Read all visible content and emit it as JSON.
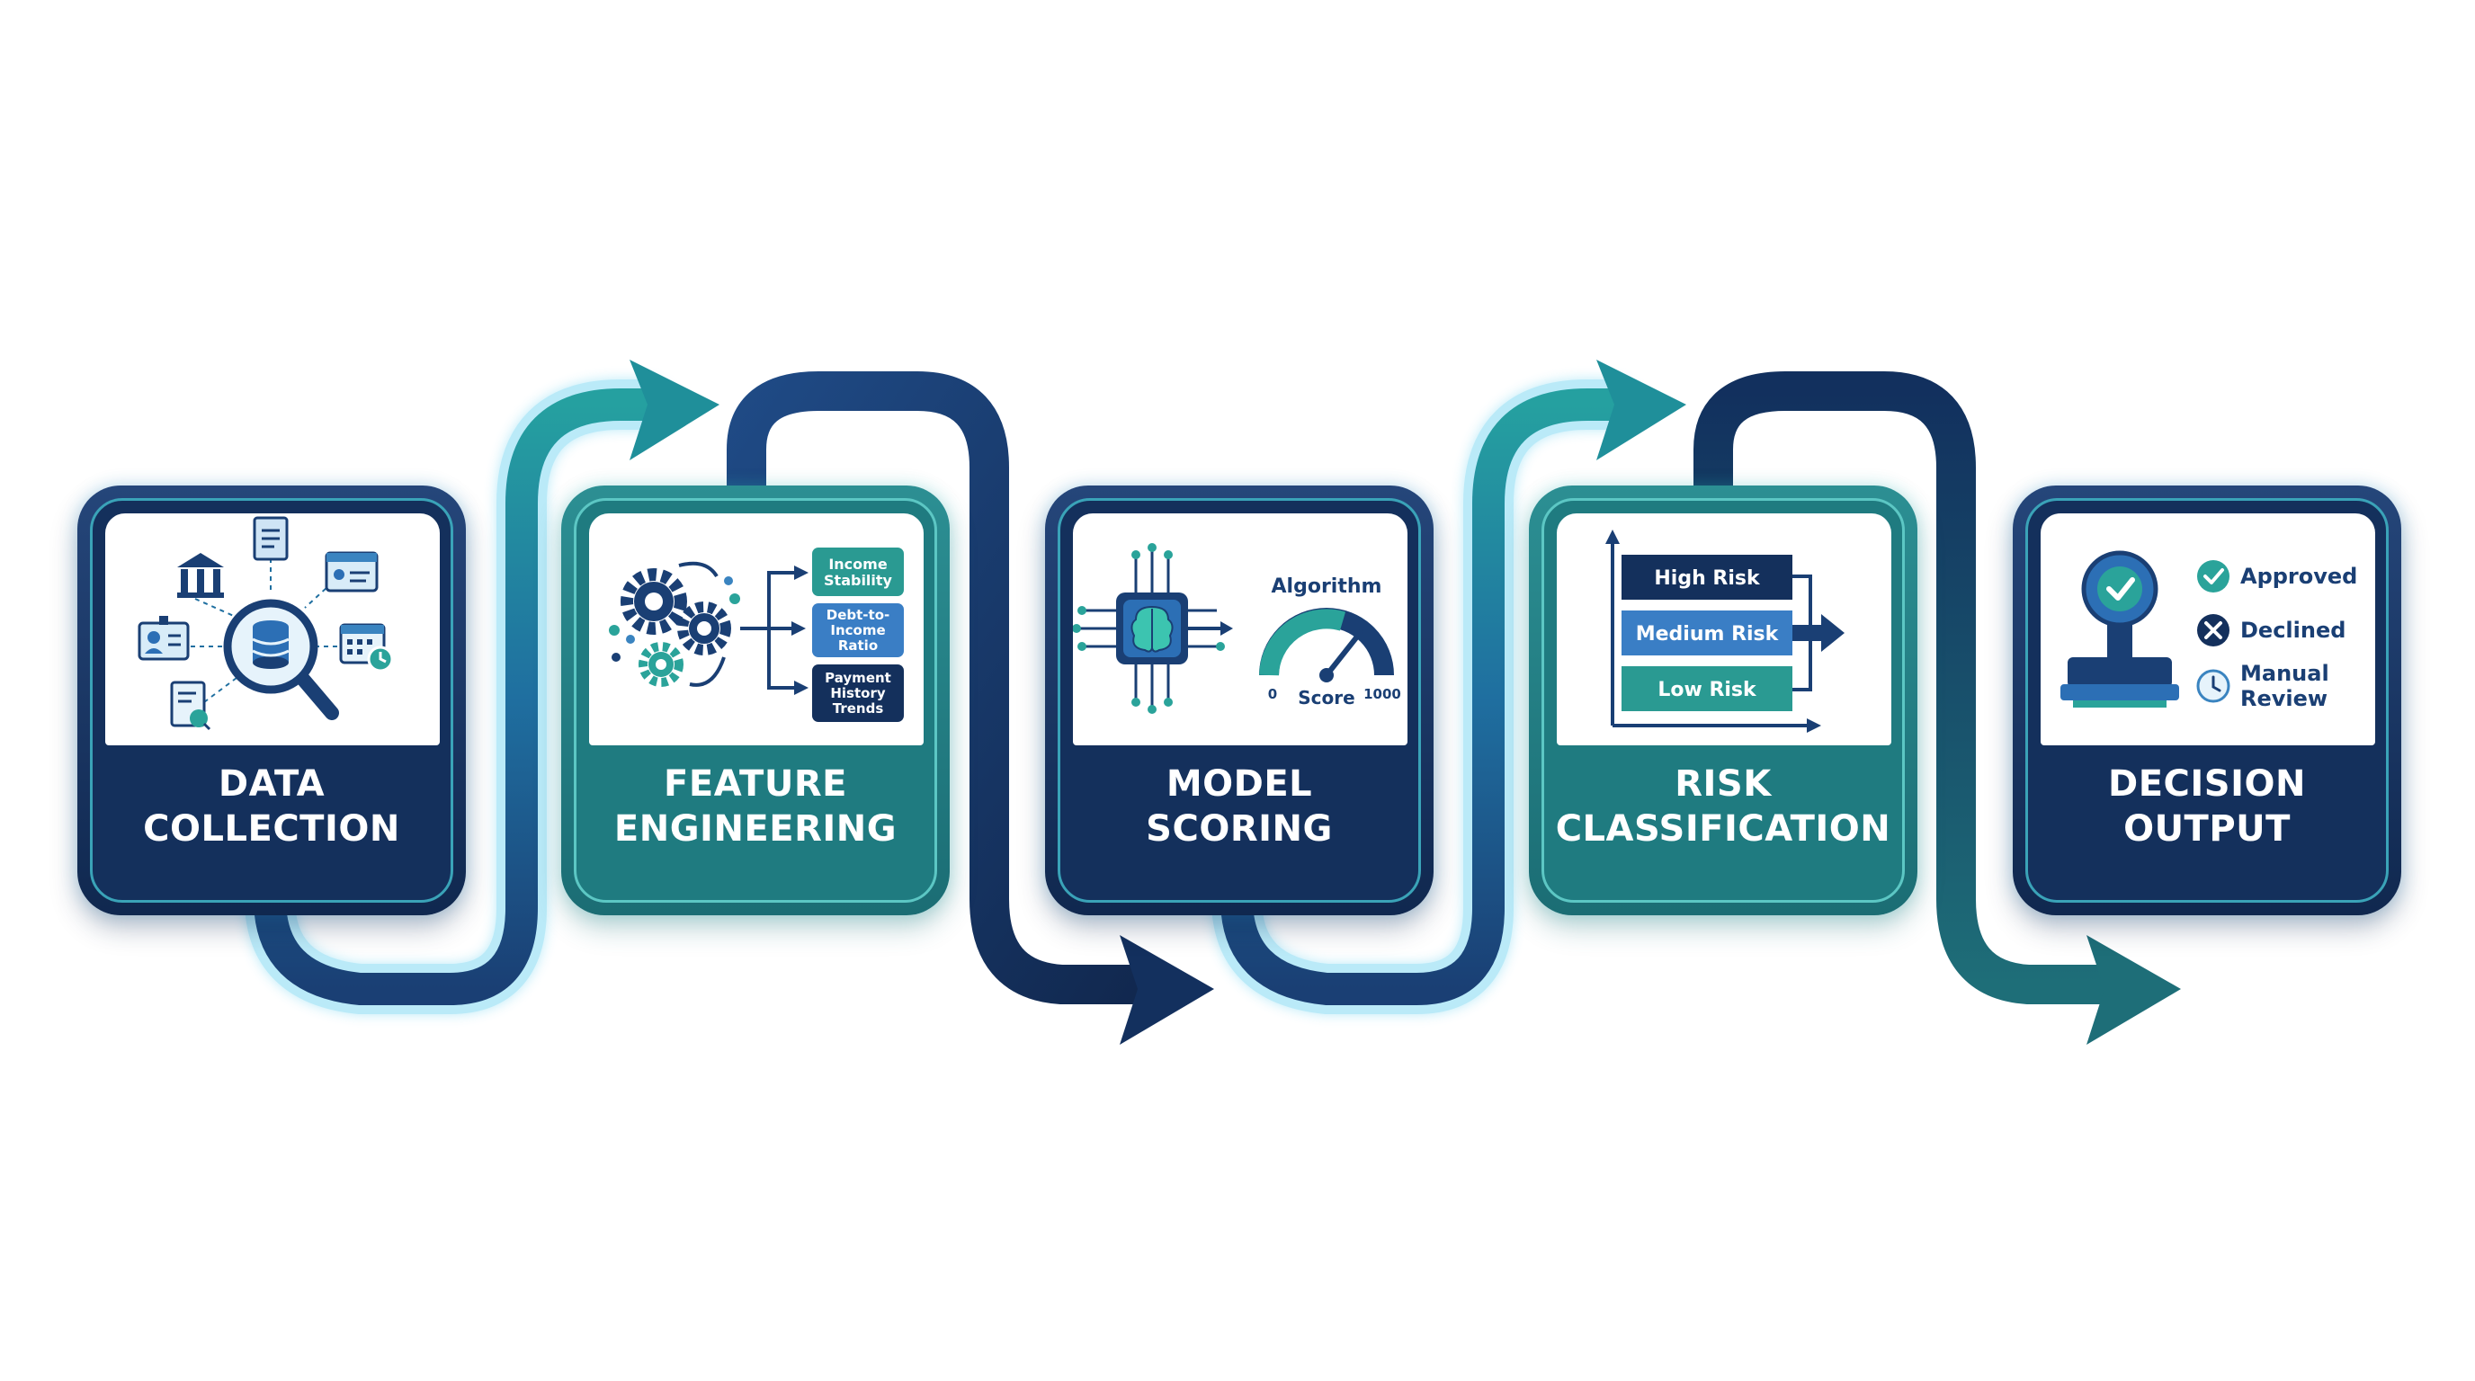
{
  "colors": {
    "navy": "#14305c",
    "teal": "#1f7b80",
    "cyan_glow": "#2bb0e0",
    "blue_mid": "#2c6fb5"
  },
  "stages": [
    {
      "title_line1": "DATA",
      "title_line2": "COLLECTION",
      "icons": [
        "bank-icon",
        "document-icon",
        "browser-icon",
        "id-card-icon",
        "database-icon",
        "magnifier-icon",
        "calendar-icon",
        "report-icon"
      ]
    },
    {
      "title_line1": "FEATURE",
      "title_line2": "ENGINEERING",
      "features": [
        {
          "line1": "Income",
          "line2": "Stability",
          "line3": ""
        },
        {
          "line1": "Debt-to-",
          "line2": "Income",
          "line3": "Ratio"
        },
        {
          "line1": "Payment",
          "line2": "History",
          "line3": "Trends"
        }
      ],
      "icons": [
        "gears-icon",
        "arrows-icon"
      ]
    },
    {
      "title_line1": "MODEL",
      "title_line2": "SCORING",
      "algorithm_label": "Algorithm",
      "gauge_min": "0",
      "gauge_max": "1000",
      "gauge_label": "Score",
      "icons": [
        "ai-chip-brain-icon",
        "gauge-icon"
      ]
    },
    {
      "title_line1": "RISK",
      "title_line2": "CLASSIFICATION",
      "risk_levels": [
        "High Risk",
        "Medium Risk",
        "Low Risk"
      ],
      "icons": [
        "axis-chart-icon",
        "arrow-right-icon"
      ]
    },
    {
      "title_line1": "DECISION",
      "title_line2": "OUTPUT",
      "outcomes": [
        {
          "label_line1": "Approved",
          "label_line2": "",
          "icon": "check-circle-icon"
        },
        {
          "label_line1": "Declined",
          "label_line2": "",
          "icon": "x-circle-icon"
        },
        {
          "label_line1": "Manual",
          "label_line2": "Review",
          "icon": "clock-icon"
        }
      ],
      "icons": [
        "stamp-icon"
      ]
    }
  ]
}
